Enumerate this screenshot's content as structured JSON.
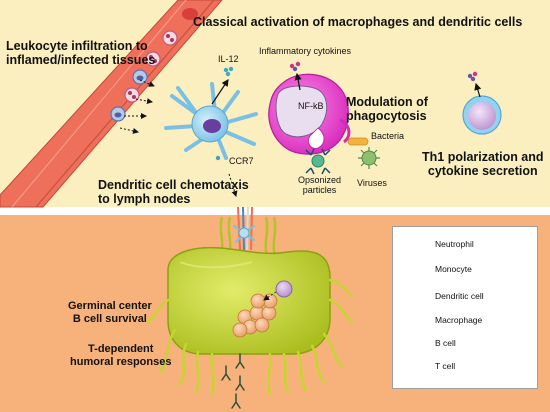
{
  "headings": {
    "leukocyte": [
      "Leukocyte infiltration to",
      "inflamed/infected tissues"
    ],
    "classical": "Classical activation of macrophages and dendritic cells",
    "phagocytosis": [
      "Modulation of",
      "phagocytosis"
    ],
    "th1": [
      "Th1 polarization and",
      "cytokine secretion"
    ],
    "chemotaxis": [
      "Dendritic cell chemotaxis",
      "to lymph nodes"
    ],
    "germinal": [
      "Germinal center",
      "B cell survival"
    ],
    "humoral": [
      "T-dependent",
      "humoral responses"
    ]
  },
  "labels": {
    "il12": "IL-12",
    "inflammatory": "Inflammatory cytokines",
    "nfkb": "NF-kB",
    "bacteria": "Bacteria",
    "ccr7": "CCR7",
    "opsonized": [
      "Opsonized",
      "particles"
    ],
    "viruses": "Viruses"
  },
  "legend": {
    "items": [
      {
        "label": "Neutrophil",
        "icon": "neutrophil-icon"
      },
      {
        "label": "Monocyte",
        "icon": "monocyte-icon"
      },
      {
        "label": "Dendritic cell",
        "icon": "dendritic-cell-icon"
      },
      {
        "label": "Macrophage",
        "icon": "macrophage-icon"
      },
      {
        "label": "B cell",
        "icon": "b-cell-icon"
      },
      {
        "label": "T cell",
        "icon": "t-cell-icon"
      }
    ]
  },
  "colors": {
    "top_background": "#fbefc0",
    "bottom_background": "#f7b27b",
    "vessel": "#ee6f5a",
    "lymph_node": "#c7d531",
    "macrophage": "#ee3bd2",
    "b_cell": "#f4b285",
    "t_cell": "#c9a3d6",
    "dendritic_cell": "#7fc4e8"
  }
}
